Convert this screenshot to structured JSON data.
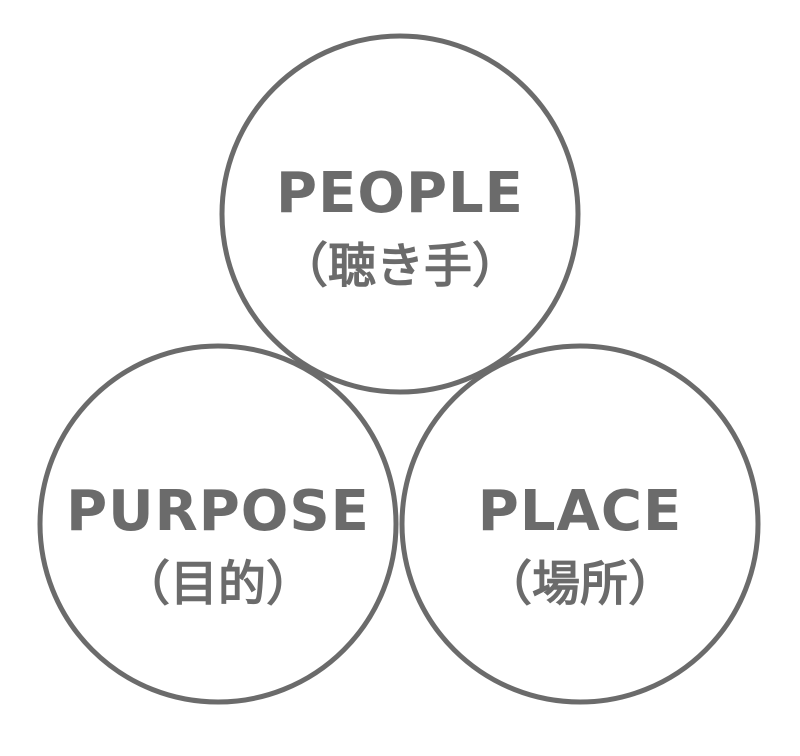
{
  "diagram": {
    "colors": {
      "stroke": "#6b6b6b",
      "text": "#6b6b6b",
      "fill": "#ffffff",
      "background": "#ffffff"
    },
    "nodes": [
      {
        "id": "people",
        "title": "PEOPLE",
        "subtitle": "（聴き手）"
      },
      {
        "id": "purpose",
        "title": "PURPOSE",
        "subtitle": "（目的）"
      },
      {
        "id": "place",
        "title": "PLACE",
        "subtitle": "（場所）"
      }
    ]
  }
}
